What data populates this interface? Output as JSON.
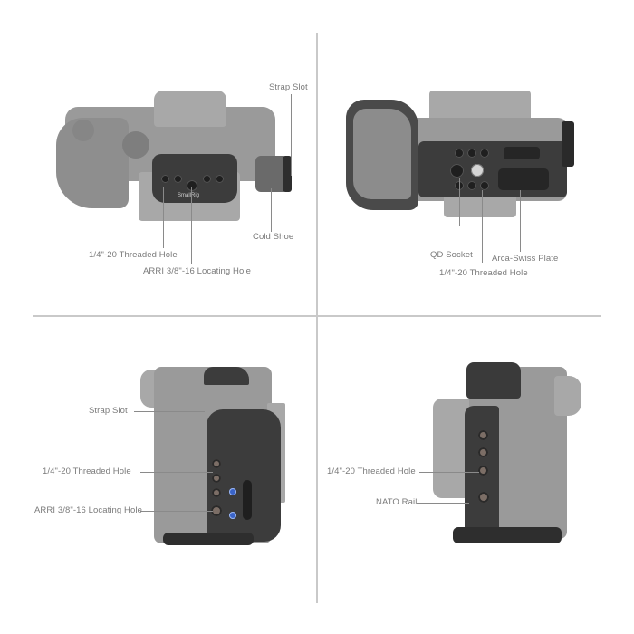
{
  "quadrants": {
    "top_left": {
      "view": "top",
      "labels": {
        "strap_slot": "Strap Slot",
        "cold_shoe": "Cold Shoe",
        "threaded_hole": "1/4\"-20 Threaded Hole",
        "locating_hole": "ARRI 3/8\"-16 Locating Hole"
      },
      "brand": "SmallRig"
    },
    "top_right": {
      "view": "bottom",
      "labels": {
        "qd_socket": "QD Socket",
        "arca_swiss": "Arca-Swiss Plate",
        "threaded_hole": "1/4\"-20 Threaded Hole"
      }
    },
    "bottom_left": {
      "view": "right-side",
      "labels": {
        "strap_slot": "Strap Slot",
        "threaded_hole": "1/4\"-20 Threaded Hole",
        "locating_hole": "ARRI 3/8\"-16 Locating Hole"
      }
    },
    "bottom_right": {
      "view": "left-side",
      "labels": {
        "threaded_hole": "1/4\"-20 Threaded Hole",
        "nato_rail": "NATO Rail"
      }
    }
  },
  "colors": {
    "label_text": "#7a7a7a",
    "divider": "#c9c9c9",
    "cage": "#3c3c3c",
    "camera": "#9a9a9a",
    "accent_blue": "#3a64c8"
  }
}
